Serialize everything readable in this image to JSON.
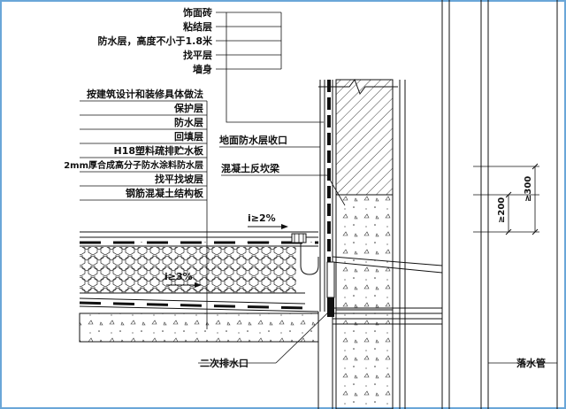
{
  "wall_layers": [
    "饰面砖",
    "粘结层",
    "防水层，高度不小于1.8米",
    "找平层",
    "墙身"
  ],
  "floor_layers": [
    "按建筑设计和装修具体做法",
    "保护层",
    "防水层",
    "回填层",
    "H18塑料疏排贮水板",
    "2mm厚合成高分子防水涂料防水层",
    "找平找坡层",
    "钢筋混凝土结构板"
  ],
  "callouts": {
    "closing": "地面防水层收口",
    "curb_beam": "混凝土反坎梁",
    "secondary_drain": "二次排水口",
    "downpipe": "落水管"
  },
  "slopes": {
    "upper": "i≥2%",
    "lower": "i≥3%"
  },
  "dims": {
    "d200": "≥200",
    "d300": "≥300"
  },
  "colors": {
    "line": "#111111",
    "fill_dots": "#666666"
  }
}
